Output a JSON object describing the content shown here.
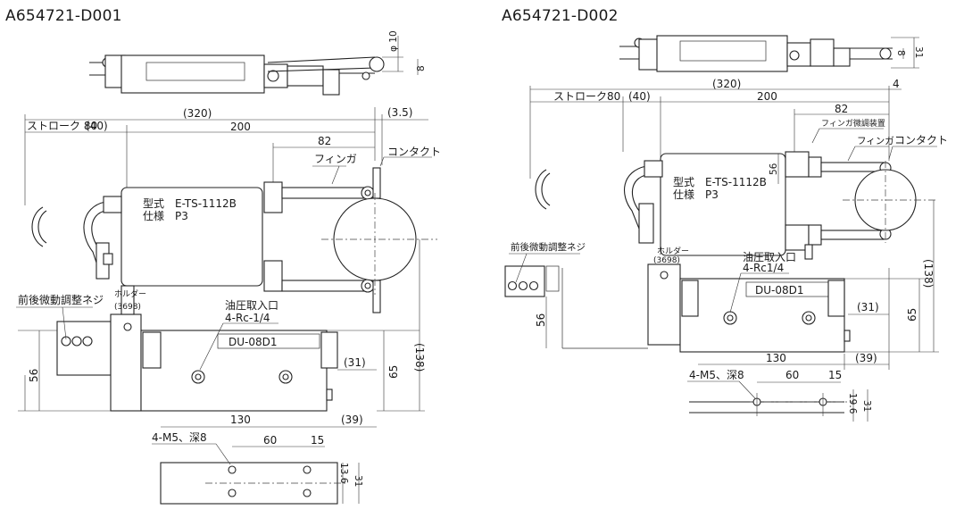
{
  "drawings": [
    {
      "id": "A654721-D001",
      "model": "型式　E-TS-1112B",
      "spec": "仕様　P3",
      "dims": {
        "stroke": "ストローク 80",
        "d40": "(40)",
        "d320": "(320)",
        "d200": "200",
        "d3_5": "(3.5)",
        "d82": "82",
        "d138": "(138)",
        "d65": "65",
        "d56": "56",
        "d130": "130",
        "d39": "(39)",
        "d31": "(31)",
        "d60": "60",
        "d15": "15",
        "d13_6": "13.6",
        "d8": "8",
        "d31b": "31",
        "phi10": "φ 10",
        "d8_top": "8"
      },
      "labels": {
        "finger": "フィンガ",
        "contact": "コンタクト",
        "adjust_screw": "前後微動調整ネジ",
        "holder": "ホルダー",
        "holder_no": "(3698)",
        "oil_port": "油圧取入口",
        "oil_port_size": "4-Rc-1/4",
        "cylinder": "DU-08D1",
        "tap": "4-M5、深8"
      }
    },
    {
      "id": "A654721-D002",
      "model": "型式　E-TS-1112B",
      "spec": "仕様　P3",
      "dims": {
        "stroke": "ストローク80",
        "d40": "(40)",
        "d320": "(320)",
        "d200": "200",
        "d4": "4",
        "d82": "82",
        "d56a": "56",
        "d138": "(138)",
        "d65": "65",
        "d56": "56",
        "d130": "130",
        "d39": "(39)",
        "d31": "(31)",
        "d60": "60",
        "d15": "15",
        "d19_6": "19.6",
        "d31b": "31",
        "d8_top": "8",
        "d31_top": "31"
      },
      "labels": {
        "finger_adjuster": "フィンガ微調装置",
        "finger": "フィンガ",
        "contact": "コンタクト",
        "adjust_screw": "前後微動調整ネジ",
        "holder": "ホルダー",
        "holder_no": "(3698)",
        "oil_port": "油圧取入口",
        "oil_port_size": "4-Rc1/4",
        "cylinder": "DU-08D1",
        "tap": "4-M5、深8"
      }
    }
  ]
}
